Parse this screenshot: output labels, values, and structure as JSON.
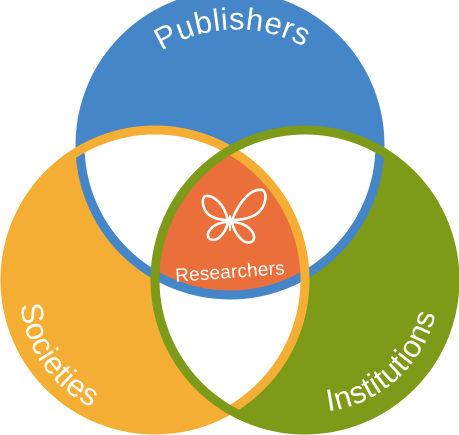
{
  "diagram": {
    "type": "venn",
    "sets": [
      {
        "id": "publishers",
        "label": "Publishers",
        "color": "#4486c8"
      },
      {
        "id": "societies",
        "label": "Societies",
        "color": "#f4ae33"
      },
      {
        "id": "institutions",
        "label": "Institutions",
        "color": "#7d9a19"
      }
    ],
    "center": {
      "label": "Researchers",
      "color": "#ea6f3a",
      "icon": "butterfly-icon"
    }
  }
}
